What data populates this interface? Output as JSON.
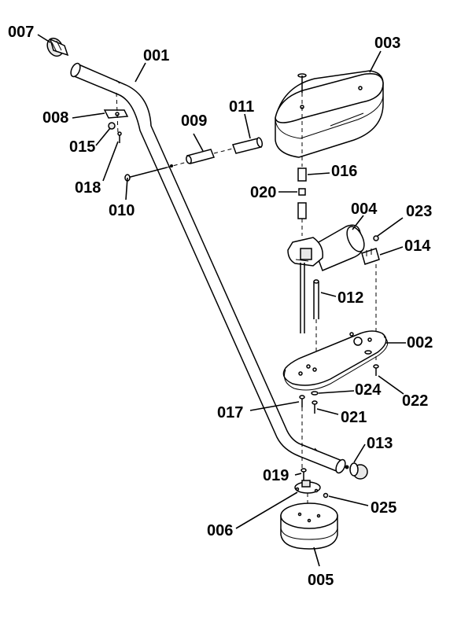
{
  "parts": [
    {
      "key": "p001",
      "label": "001"
    },
    {
      "key": "p002",
      "label": "002"
    },
    {
      "key": "p003",
      "label": "003"
    },
    {
      "key": "p004",
      "label": "004"
    },
    {
      "key": "p005",
      "label": "005"
    },
    {
      "key": "p006",
      "label": "006"
    },
    {
      "key": "p007",
      "label": "007"
    },
    {
      "key": "p008",
      "label": "008"
    },
    {
      "key": "p009",
      "label": "009"
    },
    {
      "key": "p010",
      "label": "010"
    },
    {
      "key": "p011",
      "label": "011"
    },
    {
      "key": "p012",
      "label": "012"
    },
    {
      "key": "p013",
      "label": "013"
    },
    {
      "key": "p014",
      "label": "014"
    },
    {
      "key": "p015",
      "label": "015"
    },
    {
      "key": "p016",
      "label": "016"
    },
    {
      "key": "p017",
      "label": "017"
    },
    {
      "key": "p018",
      "label": "018"
    },
    {
      "key": "p019",
      "label": "019"
    },
    {
      "key": "p020",
      "label": "020"
    },
    {
      "key": "p021",
      "label": "021"
    },
    {
      "key": "p022",
      "label": "022"
    },
    {
      "key": "p023",
      "label": "023"
    },
    {
      "key": "p024",
      "label": "024"
    },
    {
      "key": "p025",
      "label": "025"
    }
  ]
}
